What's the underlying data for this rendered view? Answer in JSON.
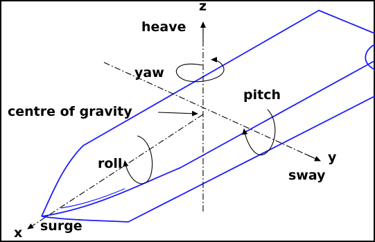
{
  "colors": {
    "hull": "#1a1aff",
    "axis": "#000000",
    "background": "#ffffff"
  },
  "labels": {
    "axis_z": "z",
    "axis_x": "x",
    "axis_y": "y",
    "heave": "heave",
    "yaw": "yaw",
    "pitch": "pitch",
    "centre_of_gravity": "centre of gravity",
    "roll": "roll",
    "sway": "sway",
    "surge": "surge"
  }
}
